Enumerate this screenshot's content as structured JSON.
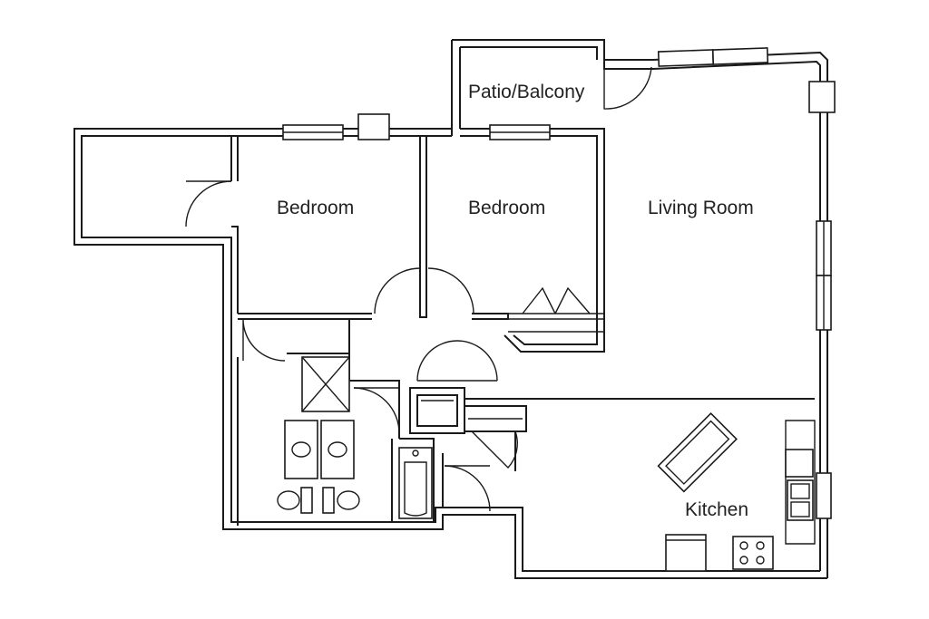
{
  "floor_plan": {
    "rooms": [
      {
        "id": "patio",
        "label": "Patio/Balcony"
      },
      {
        "id": "bedroom_1",
        "label": "Bedroom"
      },
      {
        "id": "bedroom_2",
        "label": "Bedroom"
      },
      {
        "id": "living_room",
        "label": "Living Room"
      },
      {
        "id": "kitchen",
        "label": "Kitchen"
      }
    ],
    "colors": {
      "line": "#1a1a1a",
      "background": "#ffffff",
      "text": "#222222"
    }
  }
}
